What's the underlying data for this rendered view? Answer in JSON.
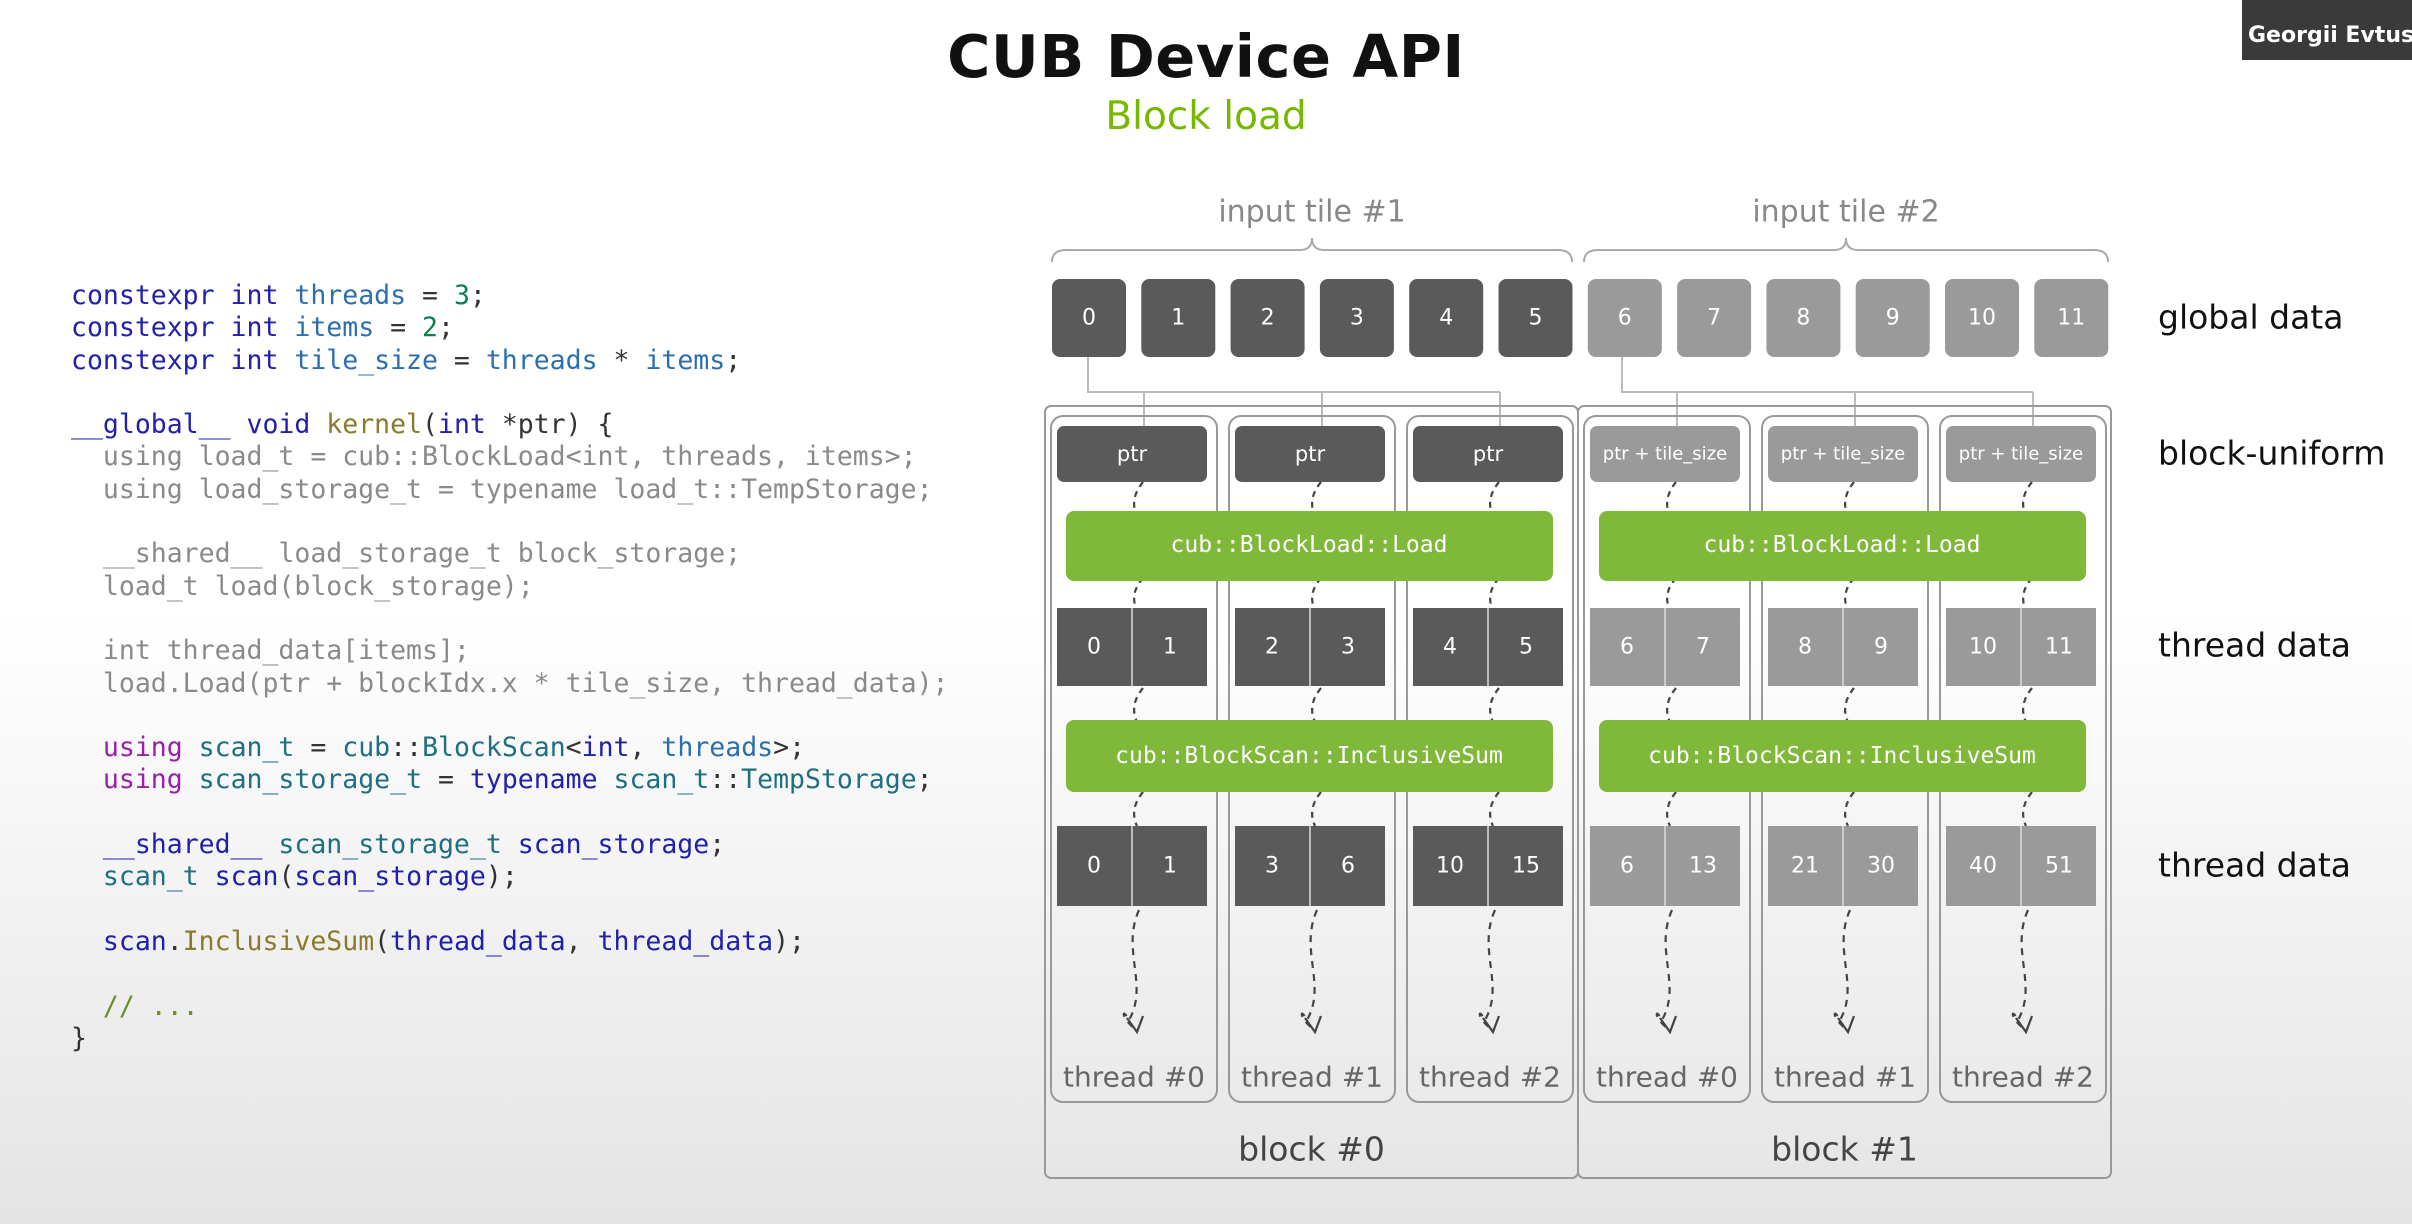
{
  "header": {
    "title": "CUB Device API",
    "subtitle": "Block load",
    "presenter": "Georgii Evtushenko"
  },
  "code": {
    "lines": [
      [
        [
          "constexpr int ",
          "kw"
        ],
        [
          "threads",
          "id"
        ],
        [
          " = ",
          "op"
        ],
        [
          "3",
          "num"
        ],
        [
          ";",
          "op"
        ]
      ],
      [
        [
          "constexpr int ",
          "kw"
        ],
        [
          "items",
          "id"
        ],
        [
          " = ",
          "op"
        ],
        [
          "2",
          "num"
        ],
        [
          ";",
          "op"
        ]
      ],
      [
        [
          "constexpr int ",
          "kw"
        ],
        [
          "tile_size",
          "id"
        ],
        [
          " = ",
          "op"
        ],
        [
          "threads",
          "id"
        ],
        [
          " * ",
          "op"
        ],
        [
          "items",
          "id"
        ],
        [
          ";",
          "op"
        ]
      ],
      [],
      [
        [
          "__global__ void ",
          "kw"
        ],
        [
          "kernel",
          "fn"
        ],
        [
          "(",
          "op"
        ],
        [
          "int ",
          "kw"
        ],
        [
          "*ptr) {",
          "op"
        ]
      ],
      [
        [
          "  using load_t = cub::BlockLoad<int, threads, items>;",
          "dim"
        ]
      ],
      [
        [
          "  using load_storage_t = typename load_t::TempStorage;",
          "dim"
        ]
      ],
      [],
      [
        [
          "  __shared__ load_storage_t block_storage;",
          "dim"
        ]
      ],
      [
        [
          "  load_t load(block_storage);",
          "dim"
        ]
      ],
      [],
      [
        [
          "  int thread_data[items];",
          "dim"
        ]
      ],
      [
        [
          "  load.Load(ptr + blockIdx.x * tile_size, thread_data);",
          "dim"
        ]
      ],
      [],
      [
        [
          "  ",
          "op"
        ],
        [
          "using ",
          "kw2"
        ],
        [
          "scan_t",
          "ty"
        ],
        [
          " = ",
          "op"
        ],
        [
          "cub",
          "ty"
        ],
        [
          "::",
          "op"
        ],
        [
          "BlockScan",
          "ty"
        ],
        [
          "<",
          "op"
        ],
        [
          "int",
          "kw"
        ],
        [
          ", ",
          "op"
        ],
        [
          "threads",
          "id"
        ],
        [
          ">;",
          "op"
        ]
      ],
      [
        [
          "  ",
          "op"
        ],
        [
          "using ",
          "kw2"
        ],
        [
          "scan_storage_t",
          "ty"
        ],
        [
          " = ",
          "op"
        ],
        [
          "typename ",
          "kw"
        ],
        [
          "scan_t",
          "ty"
        ],
        [
          "::",
          "op"
        ],
        [
          "TempStorage",
          "ty"
        ],
        [
          ";",
          "op"
        ]
      ],
      [],
      [
        [
          "  ",
          "op"
        ],
        [
          "__shared__ ",
          "kw"
        ],
        [
          "scan_storage_t",
          "ty"
        ],
        [
          " ",
          "op"
        ],
        [
          "scan_storage",
          "kw"
        ],
        [
          ";",
          "op"
        ]
      ],
      [
        [
          "  ",
          "op"
        ],
        [
          "scan_t",
          "ty"
        ],
        [
          " ",
          "op"
        ],
        [
          "scan",
          "kw"
        ],
        [
          "(",
          "op"
        ],
        [
          "scan_storage",
          "kw"
        ],
        [
          ");",
          "op"
        ]
      ],
      [],
      [
        [
          "  ",
          "op"
        ],
        [
          "scan",
          "kw"
        ],
        [
          ".",
          "op"
        ],
        [
          "InclusiveSum",
          "fn"
        ],
        [
          "(",
          "op"
        ],
        [
          "thread_data",
          "kw"
        ],
        [
          ", ",
          "op"
        ],
        [
          "thread_data",
          "kw"
        ],
        [
          ");",
          "op"
        ]
      ],
      [],
      [
        [
          "  // ...",
          "cm"
        ]
      ],
      [
        [
          "}",
          "op"
        ]
      ]
    ]
  },
  "diagram": {
    "tiles": [
      "input tile #1",
      "input tile #2"
    ],
    "global_data": [
      "0",
      "1",
      "2",
      "3",
      "4",
      "5",
      "6",
      "7",
      "8",
      "9",
      "10",
      "11"
    ],
    "row_labels": [
      "global data",
      "block-uniform",
      "thread data",
      "thread data"
    ],
    "blocks": [
      {
        "label": "block #0",
        "uniform": [
          "ptr",
          "ptr",
          "ptr"
        ],
        "load_label": "cub::BlockLoad::Load",
        "thread_data": [
          [
            "0",
            "1"
          ],
          [
            "2",
            "3"
          ],
          [
            "4",
            "5"
          ]
        ],
        "scan_label": "cub::BlockScan::InclusiveSum",
        "scan_result": [
          [
            "0",
            "1"
          ],
          [
            "3",
            "6"
          ],
          [
            "10",
            "15"
          ]
        ],
        "threads": [
          "thread #0",
          "thread #1",
          "thread #2"
        ]
      },
      {
        "label": "block #1",
        "uniform": [
          "ptr + tile_size",
          "ptr + tile_size",
          "ptr + tile_size"
        ],
        "load_label": "cub::BlockLoad::Load",
        "thread_data": [
          [
            "6",
            "7"
          ],
          [
            "8",
            "9"
          ],
          [
            "10",
            "11"
          ]
        ],
        "scan_label": "cub::BlockScan::InclusiveSum",
        "scan_result": [
          [
            "6",
            "13"
          ],
          [
            "21",
            "30"
          ],
          [
            "40",
            "51"
          ]
        ],
        "threads": [
          "thread #0",
          "thread #1",
          "thread #2"
        ]
      }
    ],
    "colors": {
      "block0_fill": "#5a5a5a",
      "block1_fill": "#9a9a9a",
      "op_green": "#80b83a"
    }
  }
}
